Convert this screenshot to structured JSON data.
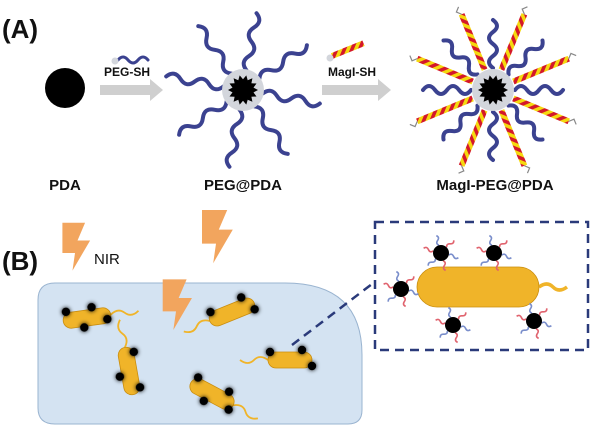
{
  "panels": {
    "a": {
      "label": "(A)",
      "arrow1_text": "PEG-SH",
      "arrow2_text": "MagI-SH",
      "captions": [
        "PDA",
        "PEG@PDA",
        "MagI-PEG@PDA"
      ]
    },
    "b": {
      "label": "(B)",
      "nir_text": "NIR"
    }
  },
  "colors": {
    "pda_core": "#000000",
    "peg_chain": "#3b4290",
    "magi_red": "#d4182a",
    "magi_yellow": "#f5d90f",
    "thiol_shell": "#d3d6dc",
    "arrow": "#cfcfcf",
    "bacterium": "#f0b429",
    "bacterium_outline": "#c98d0f",
    "medium": "#d4e3f2",
    "medium_outline": "#9ab4d0",
    "lightning": "#f2a55e",
    "zoom_box": "#2a3a7a",
    "ligand_blue": "#7a8ecb",
    "ligand_red": "#e0636e"
  }
}
